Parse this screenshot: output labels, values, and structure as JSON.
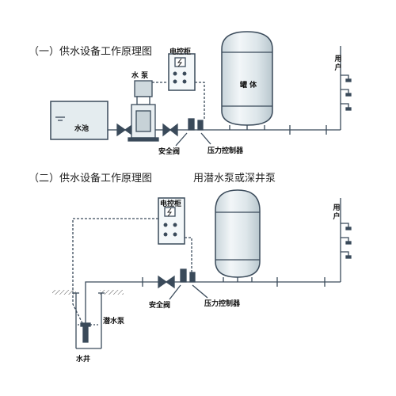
{
  "diagram1": {
    "title": "（一）供水设备工作原理图",
    "labels": {
      "pool": "水池",
      "pump": "水 泵",
      "cabinet": "电控柜",
      "tank": "罐 体",
      "safety_valve": "安全阀",
      "pressure_controller": "压力控制器",
      "user": "用户"
    }
  },
  "diagram2": {
    "title": "（二）供水设备工作原理图",
    "subtitle": "用潜水泵或深井泵",
    "labels": {
      "cabinet": "电控柜",
      "submersible_pump": "潜水泵",
      "well": "水井",
      "safety_valve": "安全阀",
      "pressure_controller": "压力控制器",
      "user": "用户"
    }
  },
  "colors": {
    "line": "#3a4a5a",
    "fill": "#dfe8ec",
    "cabinet": "#f4f8fa",
    "tank_fill": "#d9e3e8"
  }
}
